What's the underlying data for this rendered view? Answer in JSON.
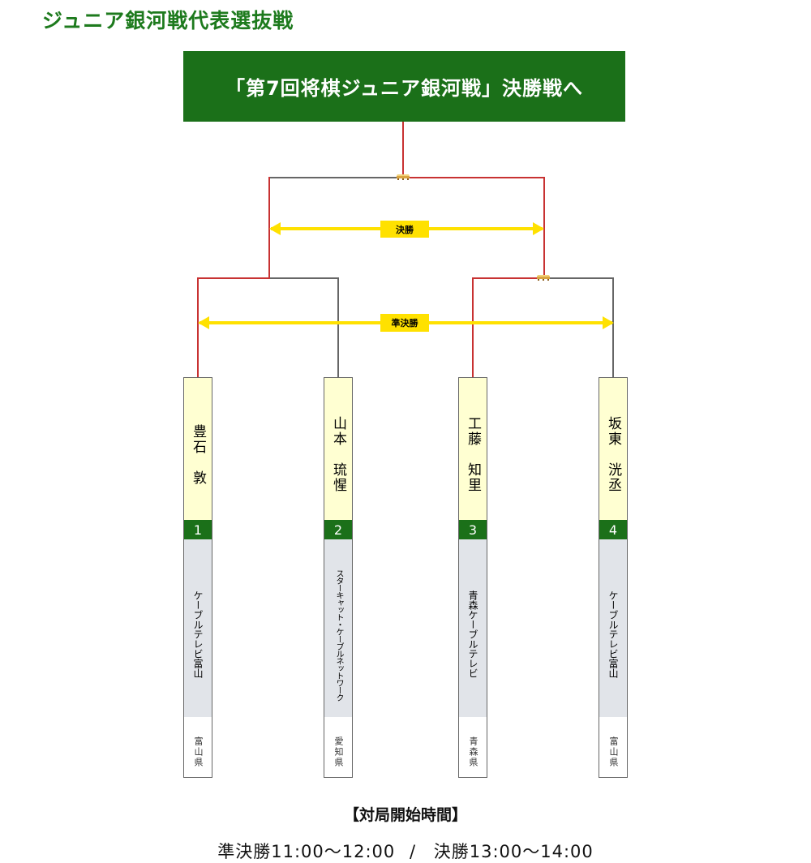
{
  "page_title": "ジュニア銀河戦代表選抜戦",
  "banner": {
    "text": "「第7回将棋ジュニア銀河戦」決勝戦へ"
  },
  "rounds": {
    "final_label": "決勝",
    "semifinal_label": "準決勝"
  },
  "players": [
    {
      "seed": "1",
      "name": "豊石　敦",
      "team": "ケーブルテレビ富山",
      "prefecture": "富山県",
      "result": "winner_semifinal"
    },
    {
      "seed": "2",
      "name": "山本　琉惺",
      "team": "スターキャット・ケーブルネットワーク",
      "prefecture": "愛知県",
      "result": "loser_semifinal"
    },
    {
      "seed": "3",
      "name": "工藤　知里",
      "team": "青森ケーブルテレビ",
      "prefecture": "青森県",
      "result": "winner_semifinal"
    },
    {
      "seed": "4",
      "name": "坂東　洸丞",
      "team": "ケーブルテレビ富山",
      "prefecture": "富山県",
      "result": "loser_semifinal"
    }
  ],
  "schedule": {
    "title": "【対局開始時間】",
    "semifinal": "準決勝11:00～12:00",
    "separator": "/",
    "final": "決勝13:00～14:00"
  },
  "colors": {
    "green": "#1b7019",
    "winner_line": "#c83232",
    "loser_line": "#666666",
    "round_arrow": "#ffe100",
    "name_bg": "#ffffd2",
    "team_bg": "#e1e4e9"
  }
}
